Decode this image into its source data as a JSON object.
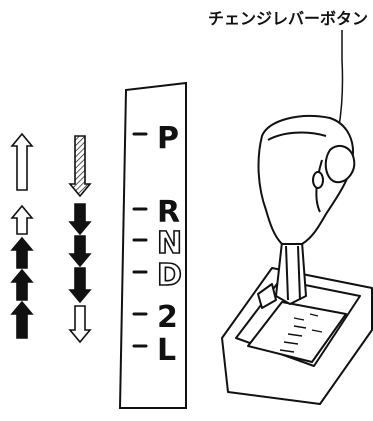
{
  "callout_label": "チェンジレバーボタン",
  "gear_positions": [
    {
      "letter": "P",
      "style": "solid"
    },
    {
      "letter": "R",
      "style": "solid"
    },
    {
      "letter": "N",
      "style": "outline"
    },
    {
      "letter": "D",
      "style": "outline"
    },
    {
      "letter": "2",
      "style": "solid"
    },
    {
      "letter": "L",
      "style": "solid"
    }
  ],
  "arrows_left": [
    {
      "direction": "up",
      "style": "outline-long"
    },
    {
      "direction": "up",
      "style": "outline"
    },
    {
      "direction": "up",
      "style": "solid"
    },
    {
      "direction": "up",
      "style": "solid"
    },
    {
      "direction": "up",
      "style": "solid"
    }
  ],
  "arrows_right": [
    {
      "direction": "down",
      "style": "hatched-long"
    },
    {
      "direction": "down",
      "style": "solid"
    },
    {
      "direction": "down",
      "style": "solid"
    },
    {
      "direction": "down",
      "style": "solid"
    },
    {
      "direction": "down",
      "style": "outline"
    }
  ],
  "colors": {
    "line": "#111111",
    "fill": "#ffffff"
  }
}
